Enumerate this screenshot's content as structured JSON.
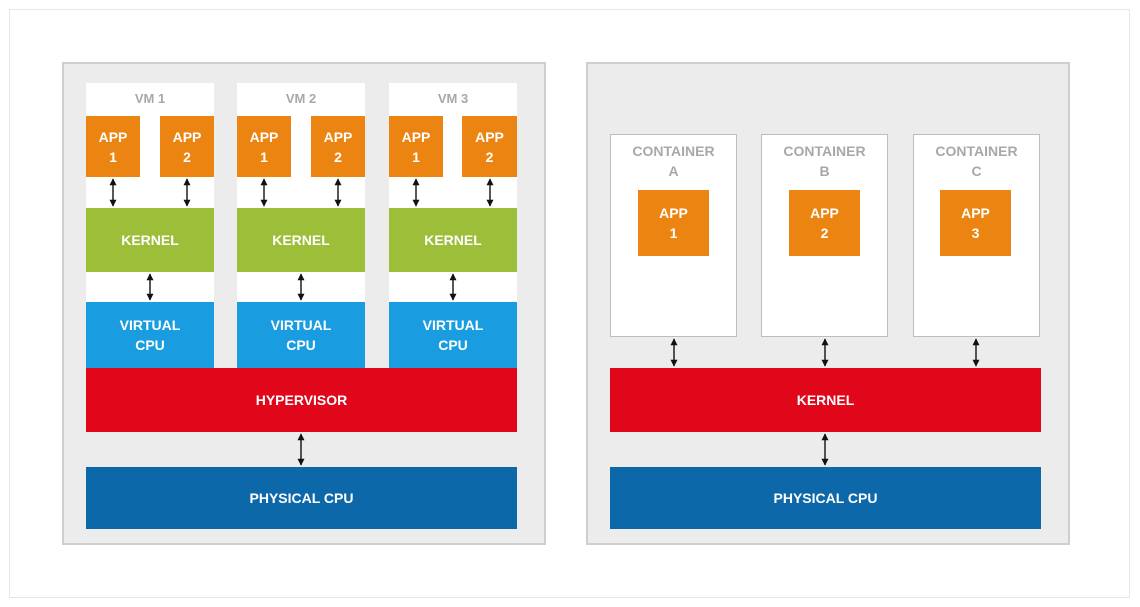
{
  "vm_panel": {
    "vms": [
      {
        "title": "VM 1",
        "app1": "APP\n1",
        "app2": "APP\n2",
        "kernel": "KERNEL",
        "vcpu": "VIRTUAL\nCPU"
      },
      {
        "title": "VM 2",
        "app1": "APP\n1",
        "app2": "APP\n2",
        "kernel": "KERNEL",
        "vcpu": "VIRTUAL\nCPU"
      },
      {
        "title": "VM 3",
        "app1": "APP\n1",
        "app2": "APP\n2",
        "kernel": "KERNEL",
        "vcpu": "VIRTUAL\nCPU"
      }
    ],
    "hypervisor": "HYPERVISOR",
    "physical_cpu": "PHYSICAL CPU"
  },
  "container_panel": {
    "containers": [
      {
        "title": "CONTAINER\nA",
        "app": "APP\n1"
      },
      {
        "title": "CONTAINER\nB",
        "app": "APP\n2"
      },
      {
        "title": "CONTAINER\nC",
        "app": "APP\n3"
      }
    ],
    "kernel": "KERNEL",
    "physical_cpu": "PHYSICAL CPU"
  },
  "colors": {
    "app": "#ec8411",
    "guest_kernel": "#9dbe38",
    "virtual_cpu": "#1a9de0",
    "hypervisor_kernel": "#e0071b",
    "physical_cpu": "#0d68aa",
    "panel_background": "#ececec"
  }
}
